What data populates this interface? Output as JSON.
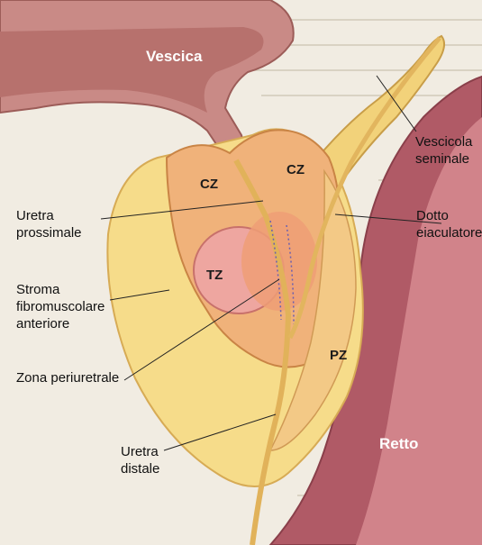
{
  "organs": {
    "bladder": "Vescica",
    "rectum": "Retto"
  },
  "zones": {
    "cz_left": "CZ",
    "cz_right": "CZ",
    "tz": "TZ",
    "pz": "PZ"
  },
  "labels": {
    "seminal_vesicle": "Vescicola seminale",
    "ejaculatory_duct": "Dotto eiaculatore",
    "proximal_urethra": "Uretra prossimale",
    "fibromuscular_stroma": "Stroma fibromuscolare anteriore",
    "periurethral_zone": "Zona periuretrale",
    "distal_urethra": "Uretra distale"
  },
  "colors": {
    "background_page": "#f3efe6",
    "bladder": "#c98a86",
    "rectum": "#b05a66",
    "stroma": "#f6dc8a",
    "central_zone": "#f0b27a",
    "transition_zone": "#eea6a0",
    "urethra": "#e9c060"
  }
}
